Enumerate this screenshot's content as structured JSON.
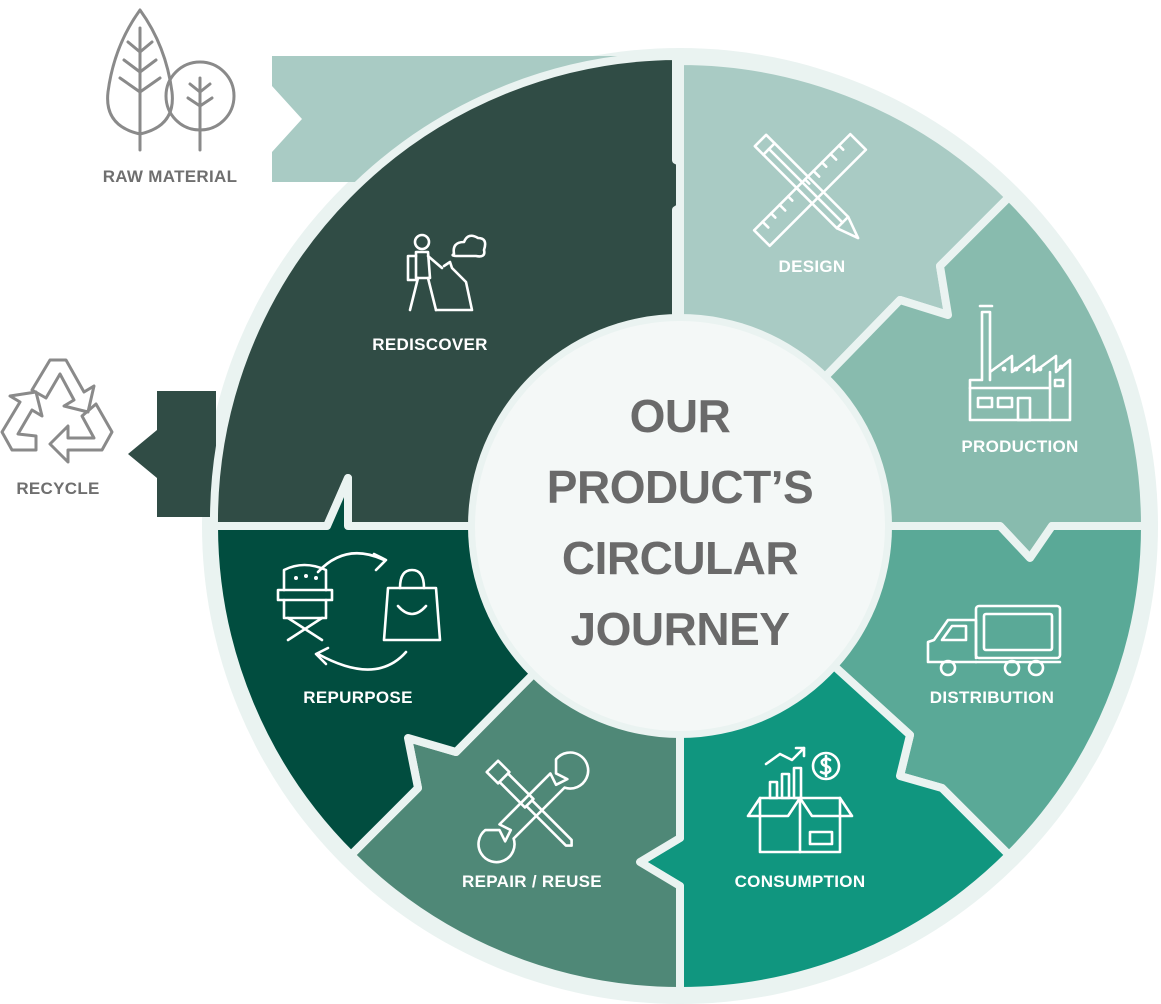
{
  "center": {
    "lines": [
      "OUR",
      "PRODUCT’S",
      "CIRCULAR",
      "JOURNEY"
    ]
  },
  "segments": [
    {
      "key": "design",
      "label": "DESIGN",
      "color": "#a9cbc4",
      "icon": "ruler-pencil-icon"
    },
    {
      "key": "production",
      "label": "PRODUCTION",
      "color": "#88bbae",
      "icon": "factory-icon"
    },
    {
      "key": "distribution",
      "label": "DISTRIBUTION",
      "color": "#5aa997",
      "icon": "truck-icon"
    },
    {
      "key": "consumption",
      "label": "CONSUMPTION",
      "color": "#10967f",
      "icon": "box-growth-icon"
    },
    {
      "key": "repair",
      "label": "REPAIR / REUSE",
      "color": "#4f8877",
      "icon": "wrench-screwdriver-icon"
    },
    {
      "key": "repurpose",
      "label": "REPURPOSE",
      "color": "#014d3f",
      "icon": "chair-bag-cycle-icon"
    },
    {
      "key": "rediscover",
      "label": "REDISCOVER",
      "color": "#304c45",
      "icon": "hiker-icon"
    }
  ],
  "inputs": [
    {
      "key": "raw_material",
      "label": "RAW MATERIAL",
      "icon": "trees-icon",
      "color": "#a9cbc4"
    },
    {
      "key": "recycle",
      "label": "RECYCLE",
      "icon": "recycle-icon",
      "color": "#304c45"
    }
  ],
  "colors": {
    "ring_outline": "#eaf3f1",
    "center_fill": "#f4f8f7",
    "text_gray": "#6a6a6a",
    "icon_gray": "#8a8a8a"
  }
}
